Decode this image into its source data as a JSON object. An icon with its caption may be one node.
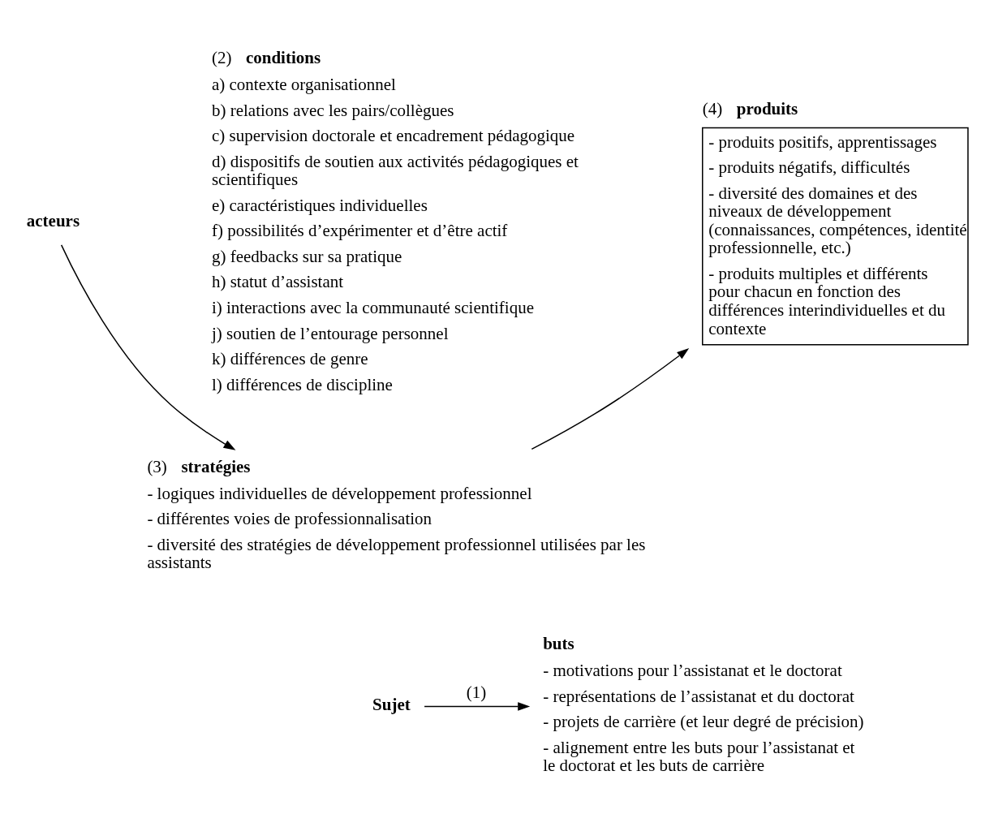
{
  "diagram": {
    "nodes": [
      {
        "text": [
          "acteurs"
        ]
      },
      {
        "text": [
          "(2)",
          "conditions",
          "a) contexte organisationnel",
          "b) relations avec les pairs/collègues",
          "c) supervision doctorale et encadrement pédagogique",
          "d) dispositifs de soutien aux activités pédagogiques et scientifiques",
          "e) caractéristiques individuelles",
          "f) possibilités d’expérimenter et d’être actif",
          "g) feedbacks sur sa pratique",
          "h) statut d’assistant",
          "i) interactions avec la communauté scientifique",
          "j) soutien de l’entourage personnel",
          "k) différences de genre",
          "l) différences de discipline"
        ]
      },
      {
        "text": [
          "(3)",
          "stratégies",
          "- logiques individuelles de développement professionnel",
          "- différentes voies de professionnalisation",
          "- diversité des stratégies de développement professionnel utilisées par les assistants"
        ]
      },
      {
        "text": [
          "(4)",
          "produits",
          "- produits positifs, apprentissages",
          "- produits négatifs, difficultés",
          "- diversité des domaines et des niveaux de développement (connaissances, compétences, identité professionnelle, etc.)",
          "- produits multiples et différents pour chacun en fonction des différences interindividuelles et du contexte"
        ]
      },
      {
        "text": [
          "Sujet"
        ]
      },
      {
        "text": [
          "buts",
          "- motivations pour l’assistanat et le doctorat",
          "- représentations de l’assistanat et du doctorat",
          "- projets de carrière (et leur degré de précision)",
          "- alignement entre les buts pour l’assistanat et le doctorat et les buts de carrière"
        ]
      }
    ],
    "edges": [
      {
        "from": 0,
        "to": 2,
        "arrow": "to"
      },
      {
        "from": 2,
        "to": 3,
        "arrow": "to"
      },
      {
        "from": 4,
        "to": 5,
        "arrow": "to",
        "label": "(1)"
      }
    ]
  }
}
